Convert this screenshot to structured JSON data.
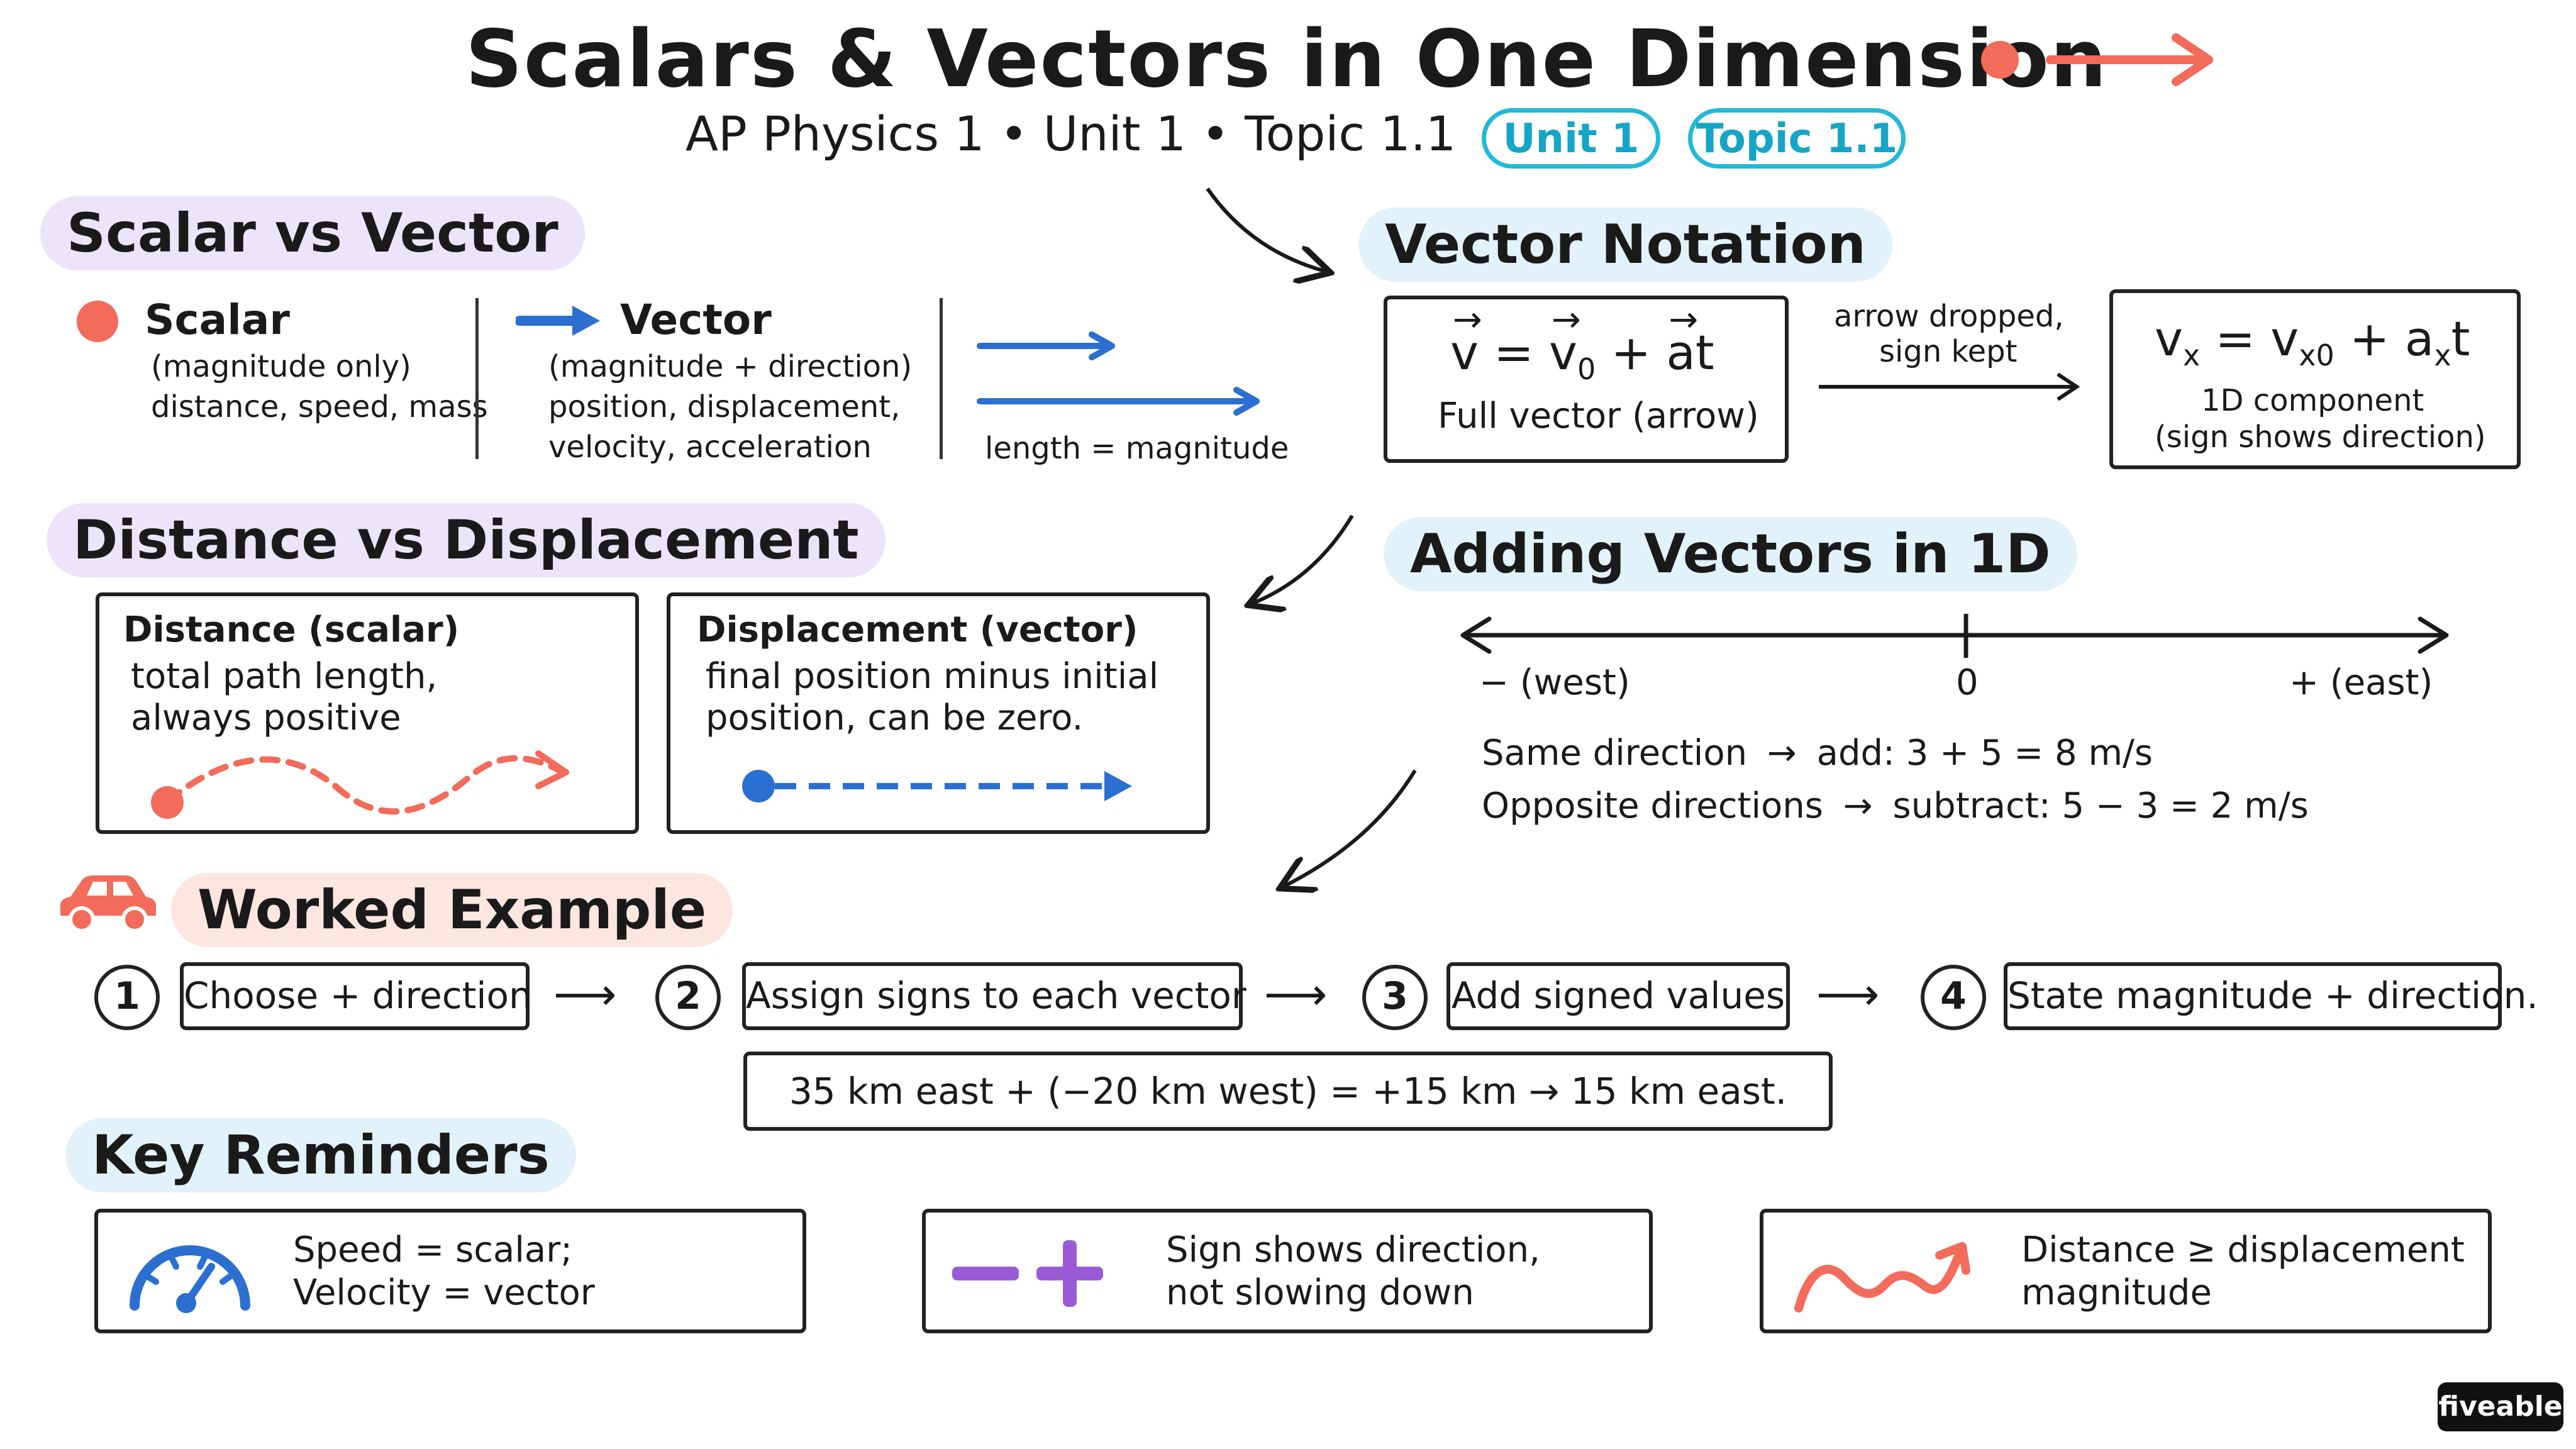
{
  "header": {
    "title": "Scalars & Vectors in One Dimension",
    "subtitle": "AP Physics 1 • Unit 1 • Topic 1.1",
    "tags": [
      "Unit 1",
      "Topic 1.1"
    ]
  },
  "scalar_vs_vector": {
    "heading": "Scalar vs Vector",
    "scalar": {
      "title": "Scalar",
      "line1": "(magnitude only)",
      "line2": "distance, speed, mass"
    },
    "vector": {
      "title": "Vector",
      "line1": "(magnitude + direction)",
      "line2": "position, displacement,",
      "line3": "velocity, acceleration"
    },
    "length_note": "length = magnitude"
  },
  "vector_notation": {
    "heading": "Vector Notation",
    "full": {
      "v": "v",
      "eq1": "=",
      "v0": "v",
      "sub0": "0",
      "plus": "+",
      "a": "a",
      "t": "t",
      "caption": "Full vector (arrow)"
    },
    "note_line1": "arrow dropped,",
    "note_line2": "sign kept",
    "component": {
      "formula_vx": "v",
      "sub_x": "x",
      "eq": "=",
      "v": "v",
      "sub_x0": "x0",
      "plus": "+",
      "a": "a",
      "sub_ax": "x",
      "t": "t",
      "caption1": "1D component",
      "caption2": "(sign shows direction)"
    }
  },
  "distance_vs_displacement": {
    "heading": "Distance vs Displacement",
    "distance": {
      "title": "Distance (scalar)",
      "line1": "total path length,",
      "line2": "always positive"
    },
    "displacement": {
      "title": "Displacement (vector)",
      "line1": "final position minus initial",
      "line2": "position, can be zero."
    }
  },
  "adding_vectors": {
    "heading": "Adding Vectors in 1D",
    "axis": {
      "left": "− (west)",
      "zero": "0",
      "right": "+ (east)"
    },
    "same": {
      "label": "Same direction",
      "arrow": "→",
      "text": "add: 3 + 5 = 8 m/s"
    },
    "opposite": {
      "label": "Opposite directions",
      "arrow": "→",
      "text": "subtract:  5 − 3 = 2 m/s"
    }
  },
  "worked_example": {
    "heading": "Worked Example",
    "steps": [
      {
        "num": "1",
        "text": "Choose + direction"
      },
      {
        "num": "2",
        "text": "Assign signs to each vector"
      },
      {
        "num": "3",
        "text": "Add signed values"
      },
      {
        "num": "4",
        "text": "State magnitude + direction."
      }
    ],
    "step_arrow": "⟶",
    "example": "35 km east + (−20 km west) = +15 km  →  15 km east."
  },
  "key_reminders": {
    "heading": "Key Reminders",
    "items": [
      {
        "line1": "Speed = scalar;",
        "line2": "Velocity = vector",
        "icon": "speedometer-icon"
      },
      {
        "line1": "Sign shows direction,",
        "line2": "not slowing down",
        "icon": "minus-plus-icon"
      },
      {
        "line1": "Distance ≥ displacement",
        "line2": "magnitude",
        "icon": "wavy-arrow-icon"
      }
    ]
  },
  "branding": {
    "logo": "fiveable"
  },
  "colors": {
    "coral": "#f26b5b",
    "blue": "#2b6fd0",
    "cyan": "#22b8d8",
    "purple_bg": "#ece4fb",
    "blue_bg": "#e2f2fb",
    "peach_bg": "#fde6df",
    "purple_icon": "#9b5bd6"
  }
}
